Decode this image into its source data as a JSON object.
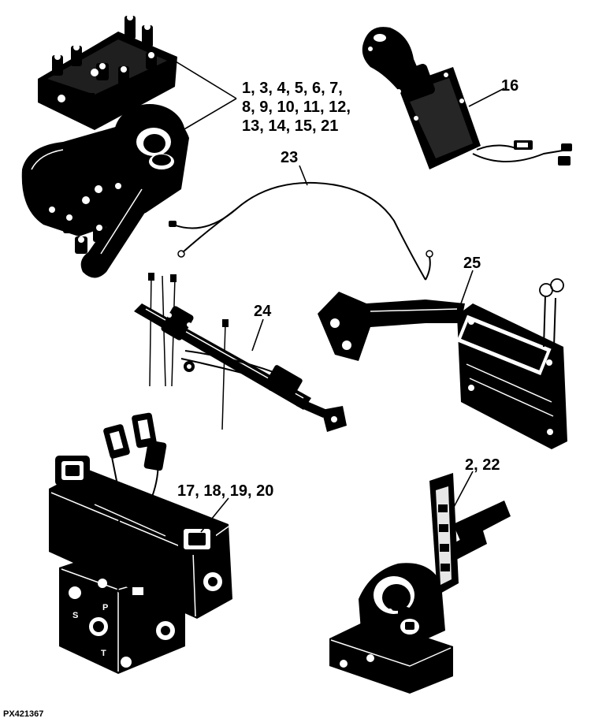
{
  "callouts": {
    "kit_valve_line1": "1, 3, 4, 5, 6, 7,",
    "kit_valve_line2": "8, 9, 10, 11, 12,",
    "kit_valve_line3": "13, 14, 15, 21",
    "joystick": "16",
    "harness": "23",
    "cylinder": "24",
    "bracket_controller": "25",
    "solenoid_valve": "17, 18, 19, 20",
    "tilt_mount": "2, 22"
  },
  "port_labels": {
    "s": "S",
    "p": "P",
    "t": "T"
  },
  "figure_id": "PX421367"
}
